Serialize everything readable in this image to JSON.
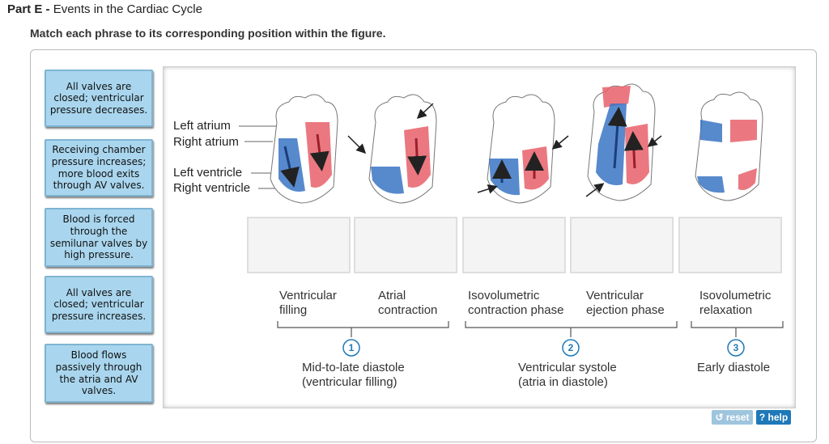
{
  "header": {
    "part_label": "Part E -",
    "part_title": "Events in the Cardiac Cycle",
    "instruction": "Match each phrase to its corresponding position within the figure."
  },
  "labels": [
    "All valves are closed; ventricular pressure decreases.",
    "Receiving chamber pressure increases; more blood exits through AV valves.",
    "Blood is forced through the semilunar valves by high pressure.",
    "All valves are closed; ventricular pressure increases.",
    "Blood flows passively through the atria and AV valves."
  ],
  "legend": {
    "left_atrium": "Left atrium",
    "right_atrium": "Right atrium",
    "left_ventricle": "Left ventricle",
    "right_ventricle": "Right ventricle"
  },
  "phases": {
    "p1a": "Ventricular\nfilling",
    "p1b": "Atrial\ncontraction",
    "p2a": "Isovolumetric\ncontraction phase",
    "p2b": "Ventricular\nejection phase",
    "p3": "Isovolumetric\nrelaxation"
  },
  "stages": [
    {
      "num": "1",
      "label": "Mid-to-late diastole\n(ventricular filling)"
    },
    {
      "num": "2",
      "label": "Ventricular systole\n(atria in diastole)"
    },
    {
      "num": "3",
      "label": "Early diastole"
    }
  ],
  "buttons": {
    "reset": "reset",
    "help": "help",
    "reset_icon": "↺",
    "help_icon": "?"
  },
  "colors": {
    "label_bg": "#a9d6ee",
    "oxygen_poor": "#3a74c4",
    "oxygen_rich": "#e8606a",
    "help_bg": "#1f79b8"
  },
  "icons": [
    "undo-icon",
    "question-icon",
    "arrow-icon"
  ]
}
